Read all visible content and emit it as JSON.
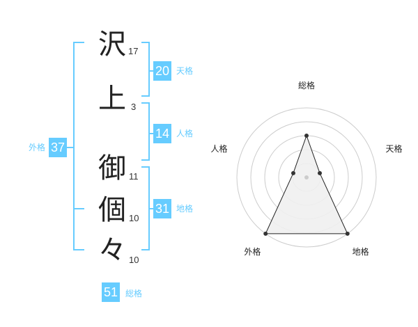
{
  "name": {
    "chars": [
      {
        "char": "沢",
        "strokes": "17"
      },
      {
        "char": "上",
        "strokes": "3"
      },
      {
        "char": "御",
        "strokes": "11"
      },
      {
        "char": "個",
        "strokes": "10"
      },
      {
        "char": "々",
        "strokes": "10"
      }
    ]
  },
  "scores": {
    "tenkaku": {
      "value": "20",
      "label": "天格"
    },
    "jinkaku": {
      "value": "14",
      "label": "人格"
    },
    "chikaku": {
      "value": "31",
      "label": "地格"
    },
    "gaikaku": {
      "value": "37",
      "label": "外格"
    },
    "soukaku": {
      "value": "51",
      "label": "総格"
    }
  },
  "chart_data": {
    "type": "radar",
    "axes": [
      "総格",
      "天格",
      "地格",
      "外格",
      "人格"
    ],
    "values": [
      3,
      1,
      5,
      5,
      1
    ],
    "max": 5,
    "rings": 5,
    "fill_color": "#f0f0f0",
    "line_color": "#222222"
  },
  "colors": {
    "accent": "#66ccff"
  }
}
